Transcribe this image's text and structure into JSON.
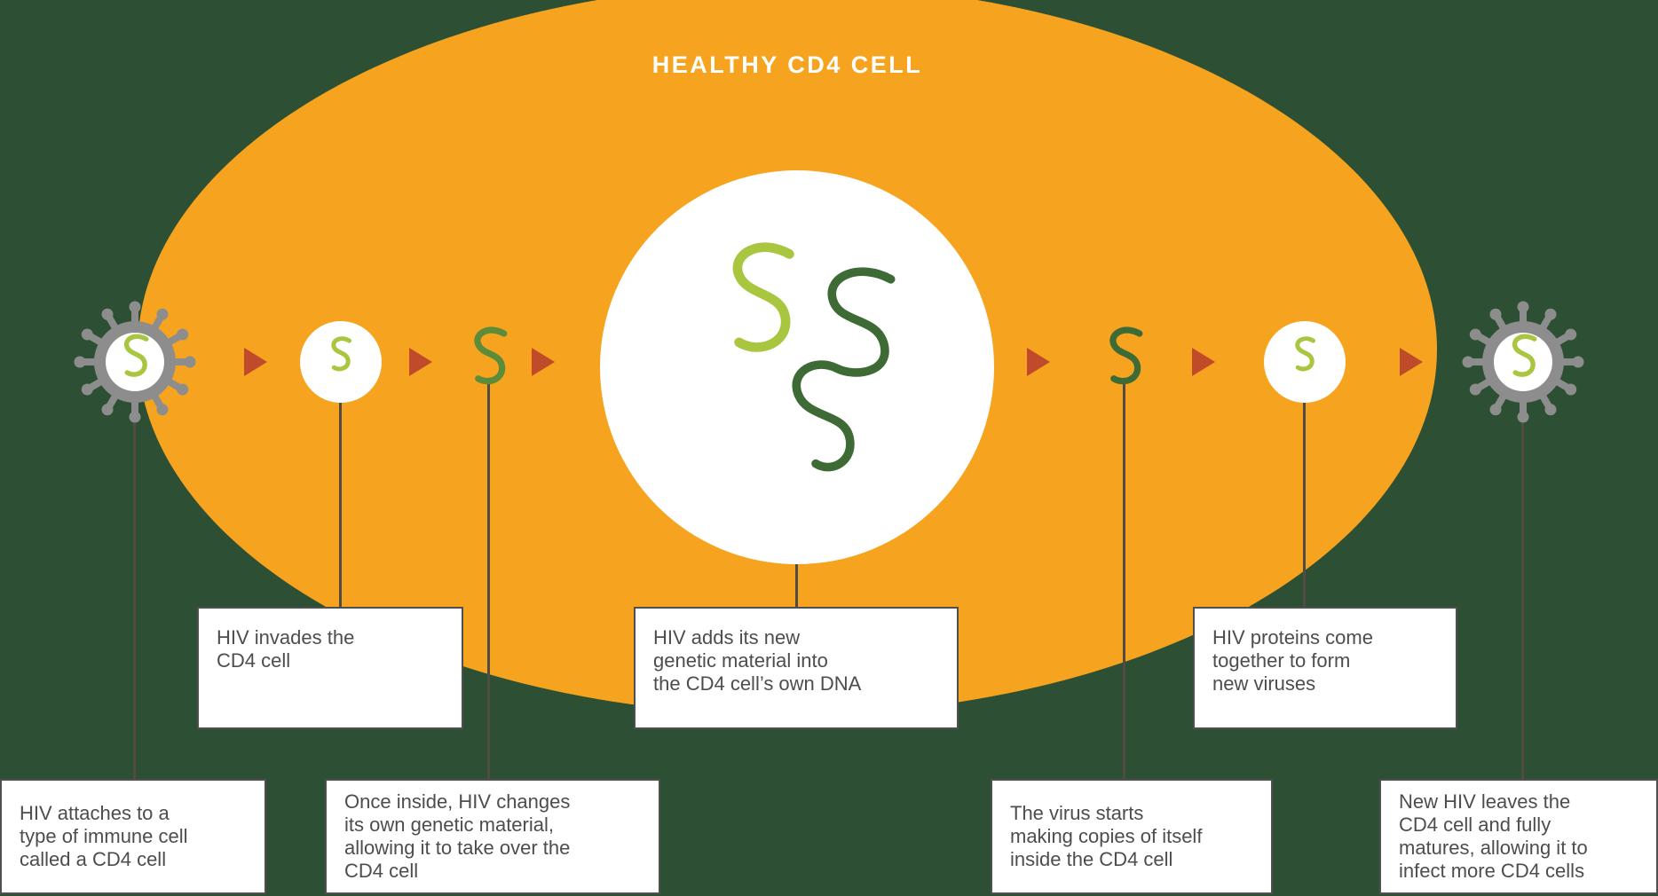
{
  "title": "HEALTHY CD4 CELL",
  "colors": {
    "background": "#2d4f34",
    "cell_body": "#f6a41f",
    "arrow": "#bf4b2a",
    "virus_gray": "#8d8d8d",
    "squiggle_light_green": "#a8c63f",
    "squiggle_mid_green": "#5c8c3a",
    "squiggle_dark_green": "#3e6b35",
    "caption_background": "#ffffff",
    "caption_border": "#4f4f4f",
    "caption_text": "#4d4d4d",
    "connector": "#524b43",
    "title_text": "#ffffff"
  },
  "stages": [
    {
      "icon": "hiv-virus-icon",
      "caption": "HIV attaches to a\ntype of immune cell\ncalled a CD4 cell"
    },
    {
      "icon": "hiv-inside-cell-icon",
      "caption": "HIV invades the\nCD4 cell"
    },
    {
      "icon": "hiv-genetic-material-icon",
      "caption": "Once inside, HIV changes\nits own genetic material,\nallowing it to take over the\nCD4 cell"
    },
    {
      "icon": "cell-nucleus-icon",
      "caption": "HIV adds its new\ngenetic material into\nthe CD4 cell’s own DNA"
    },
    {
      "icon": "hiv-copies-icon",
      "caption": "The virus starts\nmaking copies of itself\ninside the CD4 cell"
    },
    {
      "icon": "hiv-proteins-icon",
      "caption": "HIV proteins come\ntogether to form\nnew viruses"
    },
    {
      "icon": "new-hiv-virus-icon",
      "caption": "New HIV leaves the\nCD4 cell and fully\nmatures, allowing it to\ninfect more CD4 cells"
    }
  ]
}
